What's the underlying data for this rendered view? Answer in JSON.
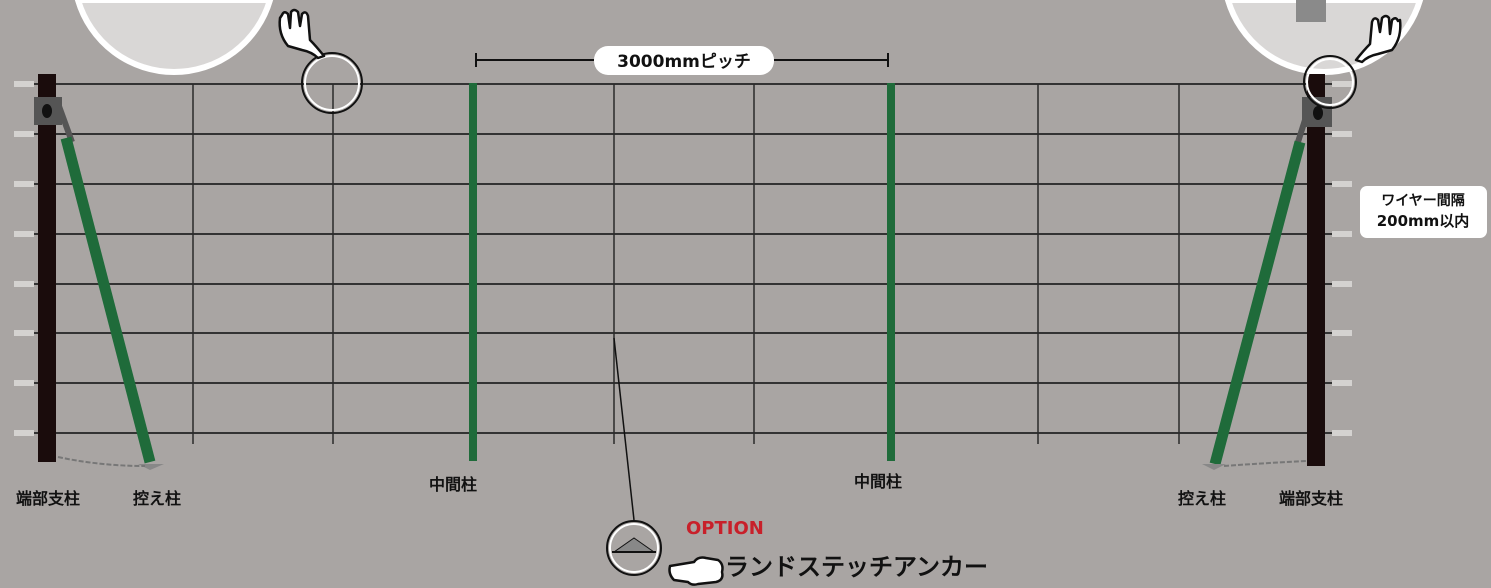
{
  "pitch_label": "3000mmピッチ",
  "wire_spacing": {
    "line1": "ワイヤー間隔",
    "line2": "200mm以内"
  },
  "labels": {
    "end_post_left": "端部支柱",
    "brace_left": "控え柱",
    "middle_post_1": "中間柱",
    "middle_post_2": "中間柱",
    "brace_right": "控え柱",
    "end_post_right": "端部支柱"
  },
  "option": {
    "tag": "OPTION",
    "name": "ランドステッチアンカー"
  },
  "colors": {
    "background": "#a9a5a3",
    "end_post": "#1a0c0c",
    "green_post": "#1f6b3a",
    "wire": "#333333",
    "option_red": "#c8202a",
    "pill_bg": "#ffffff"
  },
  "icons": [
    "pointing-hand-icon",
    "magnifier-circle-icon",
    "chain-icon",
    "ground-anchor-icon"
  ]
}
